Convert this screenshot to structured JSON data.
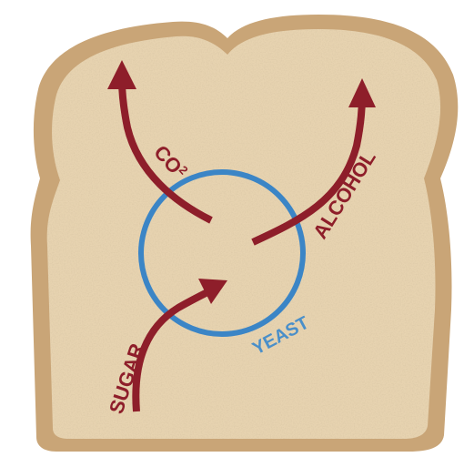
{
  "diagram": {
    "labels": {
      "co2_main": "CO",
      "co2_sub": "2",
      "alcohol": "ALCOHOL",
      "sugar": "SUGAR",
      "yeast": "YEAST"
    },
    "colors": {
      "arrow": "#8e1e2a",
      "circle": "#3b85c6",
      "yeast_text": "#4a8fc9",
      "crust": "#c9a577",
      "crumb": "#e7d3b0"
    }
  }
}
